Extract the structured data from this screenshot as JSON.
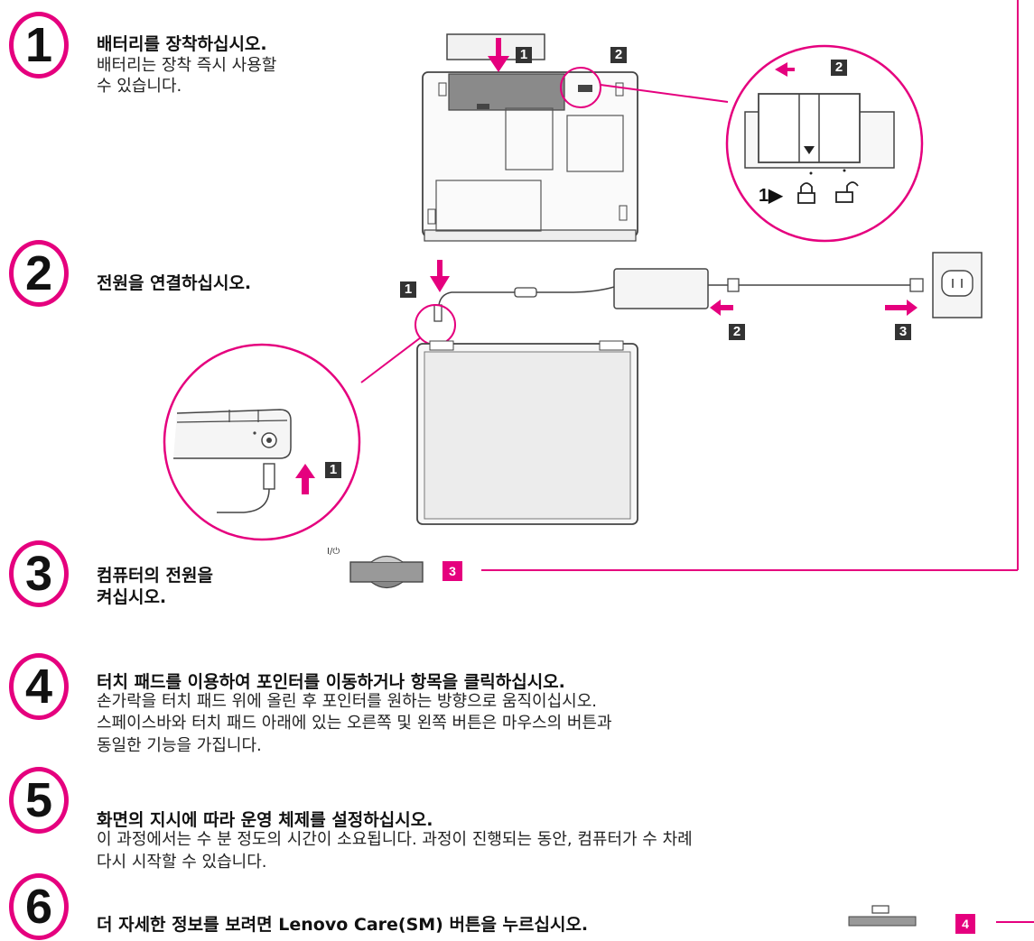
{
  "colors": {
    "accent": "#e5007e",
    "text": "#111111"
  },
  "steps": [
    {
      "number": "1",
      "title": "배터리를 장착하십시오.",
      "lines": [
        "배터리는 장착 즉시 사용할",
        "수 있습니다."
      ]
    },
    {
      "number": "2",
      "title": "전원을 연결하십시오.",
      "lines": []
    },
    {
      "number": "3",
      "title_lines": [
        "컴퓨터의 전원을",
        "켜십시오."
      ]
    },
    {
      "number": "4",
      "title": "터치 패드를 이용하여 포인터를 이동하거나 항목을 클릭하십시오.",
      "lines": [
        "손가락을 터치 패드 위에 올린 후 포인터를 원하는 방향으로 움직이십시오.",
        "스페이스바와  터치 패드 아래에 있는 오른쪽 및 왼쪽 버튼은 마우스의 버튼과",
        "동일한 기능을 가집니다."
      ]
    },
    {
      "number": "5",
      "title": "화면의 지시에 따라 운영 체제를 설정하십시오.",
      "lines": [
        "이 과정에서는 수 분 정도의 시간이 소요됩니다. 과정이 진행되는 동안, 컴퓨터가 수 차례",
        "다시 시작할 수 있습니다."
      ]
    },
    {
      "number": "6",
      "title": "더 자세한 정보를 보려면 Lenovo Care(SM) 버튼을 누르십시오.",
      "lines": []
    }
  ],
  "callouts": {
    "battery_b1": "1",
    "battery_b2": "2",
    "latch_b2": "2",
    "latch_label": "1▶",
    "power_b1": "1",
    "power_b2": "2",
    "power_b3": "3",
    "zoom_b1": "1",
    "power_button_icon": "I/⏻",
    "step3_badge": "3",
    "step6_badge": "4"
  },
  "icons": [
    "lock-closed-icon",
    "lock-open-icon",
    "power-icon",
    "lenovo-care-icon"
  ]
}
